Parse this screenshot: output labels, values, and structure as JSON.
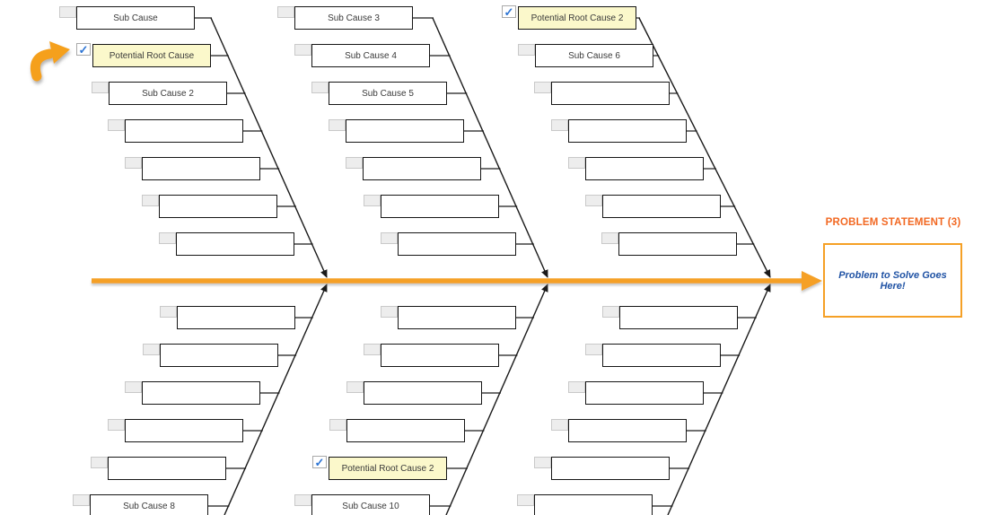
{
  "colors": {
    "spine_orange": "#F5A026",
    "title_orange": "#F26822",
    "problem_text_blue": "#1F52A4",
    "highlight_yellow": "#FBF8CB",
    "check_blue": "#2E75D4"
  },
  "icons": {
    "check_icon": "✓"
  },
  "problem": {
    "title": "PROBLEM STATEMENT (3)",
    "text": "Problem to Solve Goes Here!"
  },
  "branches": {
    "top_left": {
      "items": [
        {
          "label": "Sub Cause",
          "checked": false,
          "highlighted": false
        },
        {
          "label": "Potential Root Cause",
          "checked": true,
          "highlighted": true
        },
        {
          "label": "Sub Cause 2",
          "checked": false,
          "highlighted": false
        },
        {
          "label": "",
          "checked": false,
          "highlighted": false
        },
        {
          "label": "",
          "checked": false,
          "highlighted": false
        },
        {
          "label": "",
          "checked": false,
          "highlighted": false
        },
        {
          "label": "",
          "checked": false,
          "highlighted": false
        }
      ]
    },
    "top_middle": {
      "items": [
        {
          "label": "Sub Cause 3",
          "checked": false,
          "highlighted": false
        },
        {
          "label": "Sub Cause 4",
          "checked": false,
          "highlighted": false
        },
        {
          "label": "Sub Cause 5",
          "checked": false,
          "highlighted": false
        },
        {
          "label": "",
          "checked": false,
          "highlighted": false
        },
        {
          "label": "",
          "checked": false,
          "highlighted": false
        },
        {
          "label": "",
          "checked": false,
          "highlighted": false
        },
        {
          "label": "",
          "checked": false,
          "highlighted": false
        }
      ]
    },
    "top_right": {
      "items": [
        {
          "label": "Potential Root Cause 2",
          "checked": true,
          "highlighted": true
        },
        {
          "label": "Sub Cause 6",
          "checked": false,
          "highlighted": false
        },
        {
          "label": "",
          "checked": false,
          "highlighted": false
        },
        {
          "label": "",
          "checked": false,
          "highlighted": false
        },
        {
          "label": "",
          "checked": false,
          "highlighted": false
        },
        {
          "label": "",
          "checked": false,
          "highlighted": false
        },
        {
          "label": "",
          "checked": false,
          "highlighted": false
        }
      ]
    },
    "bottom_left": {
      "items": [
        {
          "label": "",
          "checked": false,
          "highlighted": false
        },
        {
          "label": "",
          "checked": false,
          "highlighted": false
        },
        {
          "label": "",
          "checked": false,
          "highlighted": false
        },
        {
          "label": "",
          "checked": false,
          "highlighted": false
        },
        {
          "label": "",
          "checked": false,
          "highlighted": false
        },
        {
          "label": "Sub Cause 8",
          "checked": false,
          "highlighted": false
        }
      ]
    },
    "bottom_middle": {
      "items": [
        {
          "label": "",
          "checked": false,
          "highlighted": false
        },
        {
          "label": "",
          "checked": false,
          "highlighted": false
        },
        {
          "label": "",
          "checked": false,
          "highlighted": false
        },
        {
          "label": "",
          "checked": false,
          "highlighted": false
        },
        {
          "label": "Potential Root Cause 2",
          "checked": true,
          "highlighted": true
        },
        {
          "label": "Sub Cause 10",
          "checked": false,
          "highlighted": false
        }
      ]
    },
    "bottom_right": {
      "items": [
        {
          "label": "",
          "checked": false,
          "highlighted": false
        },
        {
          "label": "",
          "checked": false,
          "highlighted": false
        },
        {
          "label": "",
          "checked": false,
          "highlighted": false
        },
        {
          "label": "",
          "checked": false,
          "highlighted": false
        },
        {
          "label": "",
          "checked": false,
          "highlighted": false
        },
        {
          "label": "",
          "checked": false,
          "highlighted": false
        }
      ]
    }
  }
}
